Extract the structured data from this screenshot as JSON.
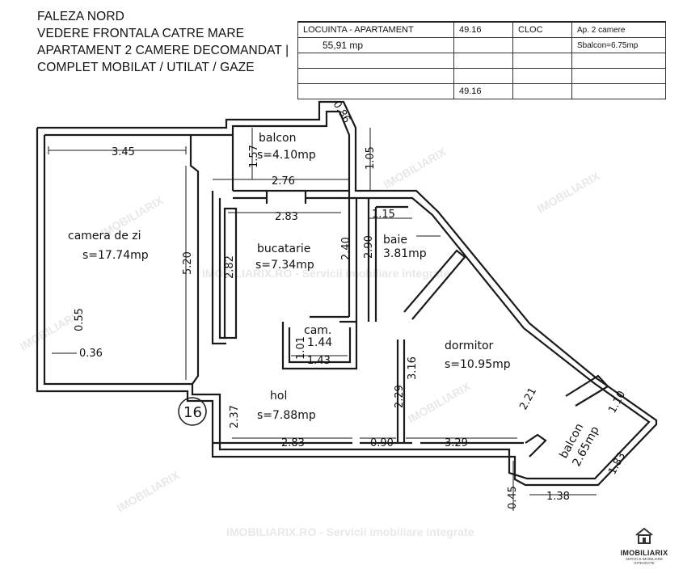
{
  "header": {
    "lines": [
      "FALEZA NORD",
      "VEDERE FRONTALA CATRE MARE",
      "APARTAMENT 2 CAMERE DECOMANDAT |",
      "COMPLET MOBILAT / UTILAT / GAZE"
    ]
  },
  "table": {
    "r0": [
      "LOCUINTA - APARTAMENT",
      "49.16",
      "CLOC",
      "Ap. 2 camere"
    ],
    "r1": [
      "55,91 mp",
      "",
      "",
      "Sbalcon=6.75mp"
    ],
    "r2": [
      "",
      "",
      "",
      ""
    ],
    "r3": [
      "",
      "",
      "",
      ""
    ],
    "r4": [
      "",
      "49.16",
      "",
      ""
    ]
  },
  "rooms": {
    "balcon_top": {
      "name": "balcon",
      "area": "s=4.10mp"
    },
    "camera": {
      "name": "camera de zi",
      "area": "s=17.74mp"
    },
    "bucatarie": {
      "name": "bucatarie",
      "area": "s=7.34mp"
    },
    "baie": {
      "name": "baie",
      "area": "3.81mp"
    },
    "cam": {
      "name": "cam.",
      "area": "1.44"
    },
    "dormitor": {
      "name": "dormitor",
      "area": "s=10.95mp"
    },
    "hol": {
      "name": "hol",
      "area": "s=7.88mp"
    },
    "balcon_right": {
      "name": "balcon",
      "area": "2.65mp"
    }
  },
  "dims": {
    "d_345": "3.45",
    "d_157": "1.57",
    "d_276": "2.76",
    "d_086": "0.86",
    "d_105": "1.05",
    "d_283a": "2.83",
    "d_115": "1.15",
    "d_520": "5.20",
    "d_282": "2.82",
    "d_240": "2.40",
    "d_290": "2.90",
    "d_055": "0.55",
    "d_036": "0.36",
    "d_101": "1.01",
    "d_143": "1.43",
    "d_316": "3.16",
    "d_229": "2.29",
    "d_221": "2.21",
    "d_110": "1.10",
    "d_237": "2.37",
    "d_283b": "2.83",
    "d_090": "0.90",
    "d_329": "3.29",
    "d_183": "1.83",
    "d_045": "0.45",
    "d_138": "1.38"
  },
  "plan_number": "16",
  "watermark": {
    "brand": "IMOBILIARIX",
    "line": "IMOBILIARIX.RO - Servicii imobiliare integrate"
  },
  "logo": {
    "name": "IMOBILIARIX",
    "tagline": "SERVICII IMOBILIARE INTEGRATE"
  }
}
